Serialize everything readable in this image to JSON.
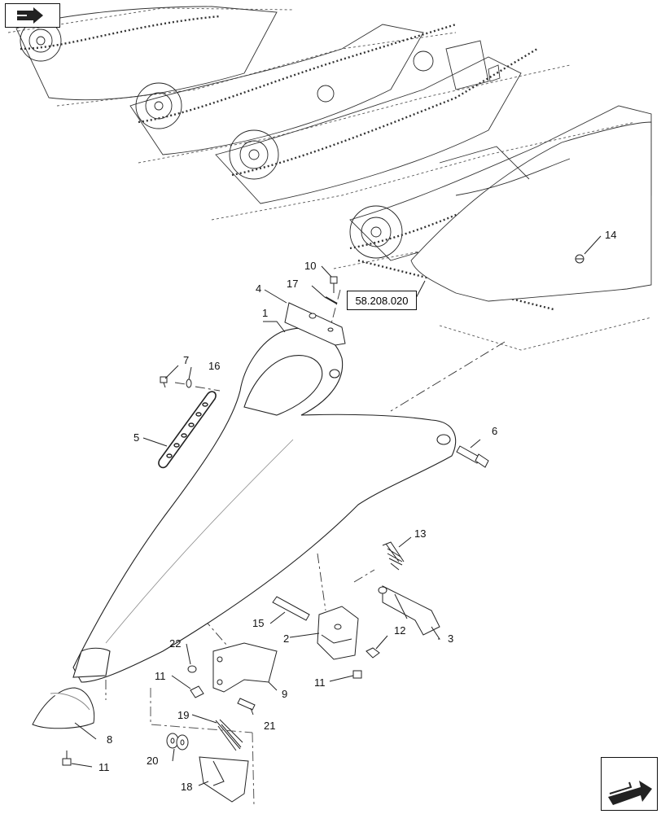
{
  "reference_label": "58.208.020",
  "callouts": {
    "c1": "1",
    "c2": "2",
    "c3": "3",
    "c4": "4",
    "c5": "5",
    "c6": "6",
    "c7": "7",
    "c8": "8",
    "c9": "9",
    "c10": "10",
    "c11a": "11",
    "c11b": "11",
    "c11c": "11",
    "c12": "12",
    "c13": "13",
    "c14": "14",
    "c15": "15",
    "c16": "16",
    "c17": "17",
    "c18": "18",
    "c19": "19",
    "c20": "20",
    "c21": "21",
    "c22": "22"
  },
  "icons": {
    "top_left": "previous-page-icon",
    "bottom_right": "next-page-icon"
  }
}
